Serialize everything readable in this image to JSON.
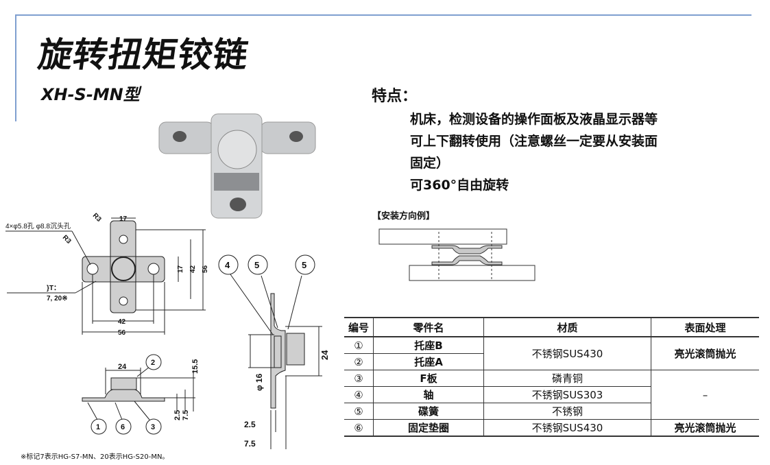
{
  "title": "旋转扭矩铰链",
  "model": "XH-S-MN型",
  "features": {
    "heading": "特点：",
    "lines": [
      "机床，检测设备的操作面板及液晶显示器等",
      "可上下翻转使用（注意螺丝一定要从安装面",
      "固定）",
      "可360°自由旋转"
    ]
  },
  "install": {
    "heading": "【安装方向例】"
  },
  "drawing": {
    "hole_note": "4×φ5.8孔 φ8.8沉头孔",
    "r3": "R3",
    "t_note": "}T：",
    "t_values": "7, 20※",
    "d17": "17",
    "d42": "42",
    "d56": "56",
    "d24": "24",
    "d15_5": "15.5",
    "d2_5": "2.5",
    "d7_5": "7.5",
    "phi16": "φ 16",
    "callouts": [
      "1",
      "2",
      "3",
      "4",
      "5",
      "6"
    ]
  },
  "table": {
    "headers": [
      "编号",
      "零件名",
      "材质",
      "表面处理"
    ],
    "rows": [
      {
        "no": "①",
        "name": "托座B"
      },
      {
        "no": "②",
        "name": "托座A"
      },
      {
        "no": "③",
        "name": "F板"
      },
      {
        "no": "④",
        "name": "轴"
      },
      {
        "no": "⑤",
        "name": "碟簧"
      },
      {
        "no": "⑥",
        "name": "固定垫圈"
      }
    ],
    "materials": [
      "不锈钢SUS430",
      "磷青铜",
      "不锈钢SUS303",
      "不锈钢",
      "不锈钢SUS430"
    ],
    "finishes": [
      "亮光滚筒抛光",
      "–",
      "亮光滚筒抛光"
    ]
  },
  "note": "※标记7表示HG-S7-MN、20表示HG-S20-MN。",
  "colors": {
    "frame": "#7f9fd0"
  }
}
